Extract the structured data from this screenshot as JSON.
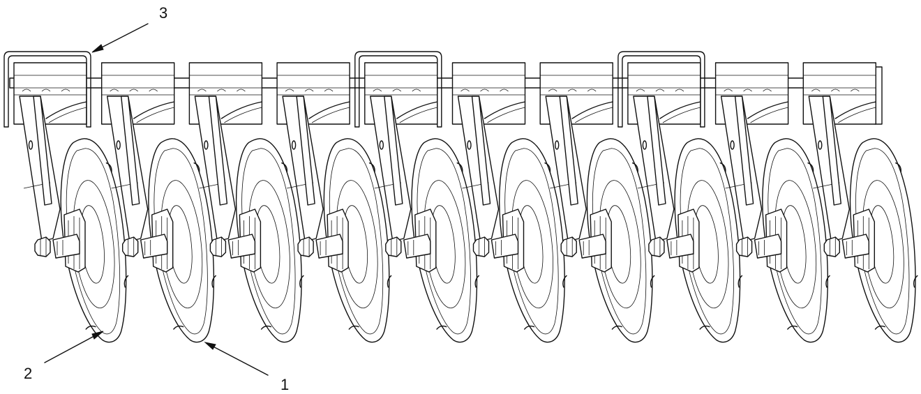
{
  "callouts": [
    {
      "id": "1",
      "label": "1"
    },
    {
      "id": "2",
      "label": "2"
    },
    {
      "id": "3",
      "label": "3"
    }
  ],
  "assembly": {
    "disc_units": 10,
    "u_brackets": 3
  },
  "colors": {
    "line": "#111111",
    "background": "#ffffff"
  }
}
